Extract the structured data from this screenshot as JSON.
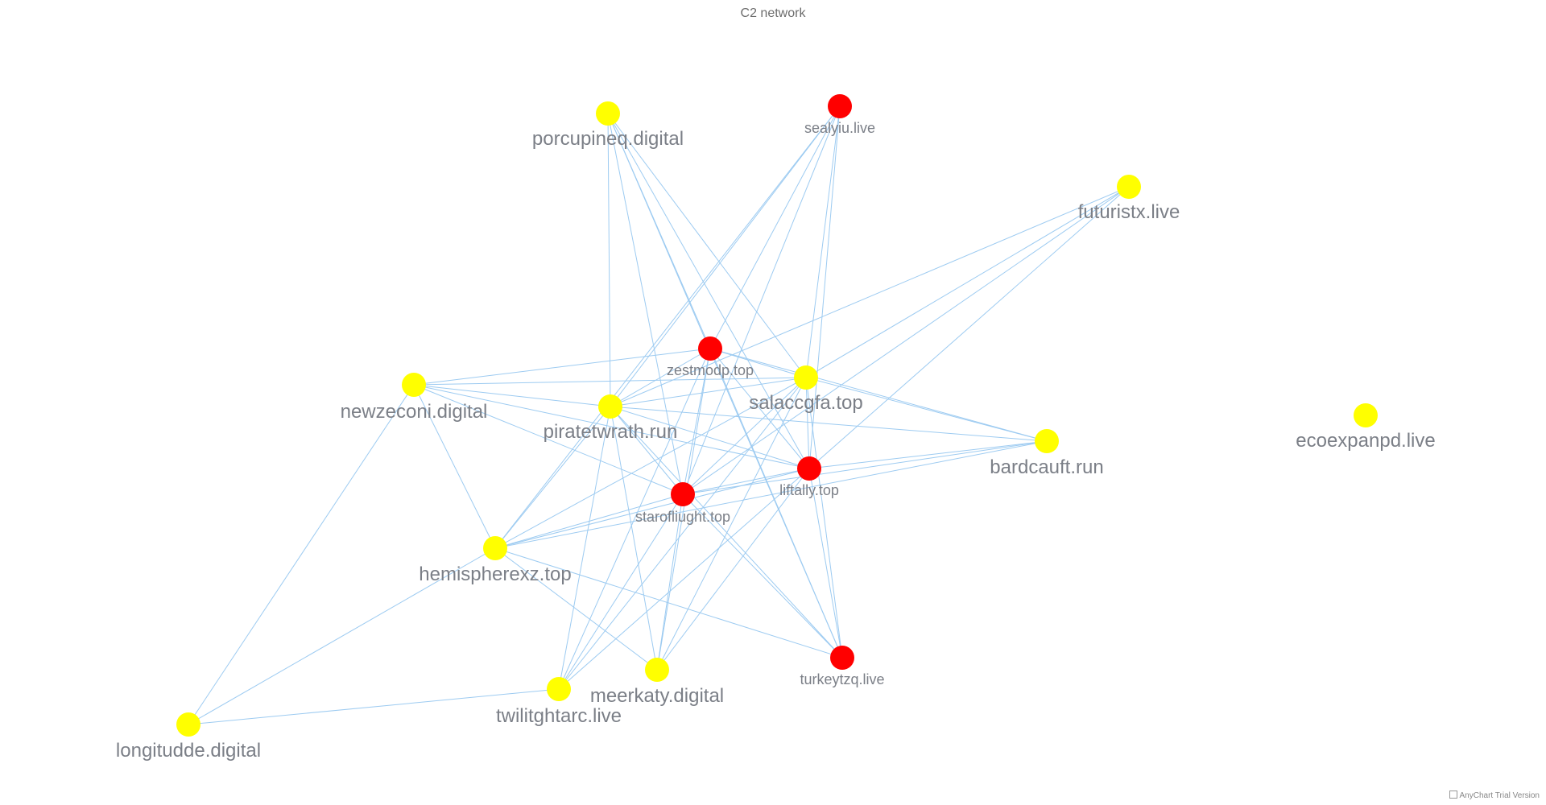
{
  "title": "C2 network",
  "credit": "AnyChart Trial Version",
  "colors": {
    "edge": "#9dcbf1",
    "node_yellow": "#ffff00",
    "node_red": "#ff0000",
    "label": "#7b7f87"
  },
  "nodes": [
    {
      "id": "porcupineq.digital",
      "color": "yellow"
    },
    {
      "id": "sealyiu.live",
      "color": "red"
    },
    {
      "id": "futuristx.live",
      "color": "yellow"
    },
    {
      "id": "zestmodp.top",
      "color": "red"
    },
    {
      "id": "salaccgfa.top",
      "color": "yellow"
    },
    {
      "id": "newzeconi.digital",
      "color": "yellow"
    },
    {
      "id": "piratetwrath.run",
      "color": "yellow"
    },
    {
      "id": "bardcauft.run",
      "color": "yellow"
    },
    {
      "id": "ecoexpanpd.live",
      "color": "yellow"
    },
    {
      "id": "liftally.top",
      "color": "red"
    },
    {
      "id": "starofliught.top",
      "color": "red"
    },
    {
      "id": "hemispherexz.top",
      "color": "yellow"
    },
    {
      "id": "turkeytzq.live",
      "color": "red"
    },
    {
      "id": "meerkaty.digital",
      "color": "yellow"
    },
    {
      "id": "twilitghtarc.live",
      "color": "yellow"
    },
    {
      "id": "longitudde.digital",
      "color": "yellow"
    }
  ],
  "edges": [
    [
      "porcupineq.digital",
      "piratetwrath.run"
    ],
    [
      "porcupineq.digital",
      "salaccgfa.top"
    ],
    [
      "porcupineq.digital",
      "liftally.top"
    ],
    [
      "porcupineq.digital",
      "starofliught.top"
    ],
    [
      "porcupineq.digital",
      "turkeytzq.live"
    ],
    [
      "porcupineq.digital",
      "zestmodp.top"
    ],
    [
      "sealyiu.live",
      "piratetwrath.run"
    ],
    [
      "sealyiu.live",
      "salaccgfa.top"
    ],
    [
      "sealyiu.live",
      "liftally.top"
    ],
    [
      "sealyiu.live",
      "starofliught.top"
    ],
    [
      "sealyiu.live",
      "zestmodp.top"
    ],
    [
      "sealyiu.live",
      "hemispherexz.top"
    ],
    [
      "futuristx.live",
      "salaccgfa.top"
    ],
    [
      "futuristx.live",
      "starofliught.top"
    ],
    [
      "futuristx.live",
      "piratetwrath.run"
    ],
    [
      "futuristx.live",
      "liftally.top"
    ],
    [
      "zestmodp.top",
      "newzeconi.digital"
    ],
    [
      "zestmodp.top",
      "salaccgfa.top"
    ],
    [
      "zestmodp.top",
      "piratetwrath.run"
    ],
    [
      "zestmodp.top",
      "bardcauft.run"
    ],
    [
      "zestmodp.top",
      "liftally.top"
    ],
    [
      "zestmodp.top",
      "starofliught.top"
    ],
    [
      "zestmodp.top",
      "twilitghtarc.live"
    ],
    [
      "zestmodp.top",
      "meerkaty.digital"
    ],
    [
      "zestmodp.top",
      "turkeytzq.live"
    ],
    [
      "salaccgfa.top",
      "newzeconi.digital"
    ],
    [
      "salaccgfa.top",
      "piratetwrath.run"
    ],
    [
      "salaccgfa.top",
      "bardcauft.run"
    ],
    [
      "salaccgfa.top",
      "liftally.top"
    ],
    [
      "salaccgfa.top",
      "starofliught.top"
    ],
    [
      "salaccgfa.top",
      "hemispherexz.top"
    ],
    [
      "salaccgfa.top",
      "twilitghtarc.live"
    ],
    [
      "salaccgfa.top",
      "meerkaty.digital"
    ],
    [
      "salaccgfa.top",
      "turkeytzq.live"
    ],
    [
      "newzeconi.digital",
      "piratetwrath.run"
    ],
    [
      "newzeconi.digital",
      "liftally.top"
    ],
    [
      "newzeconi.digital",
      "starofliught.top"
    ],
    [
      "newzeconi.digital",
      "hemispherexz.top"
    ],
    [
      "newzeconi.digital",
      "longitudde.digital"
    ],
    [
      "piratetwrath.run",
      "bardcauft.run"
    ],
    [
      "piratetwrath.run",
      "liftally.top"
    ],
    [
      "piratetwrath.run",
      "starofliught.top"
    ],
    [
      "piratetwrath.run",
      "hemispherexz.top"
    ],
    [
      "piratetwrath.run",
      "twilitghtarc.live"
    ],
    [
      "piratetwrath.run",
      "meerkaty.digital"
    ],
    [
      "piratetwrath.run",
      "turkeytzq.live"
    ],
    [
      "bardcauft.run",
      "liftally.top"
    ],
    [
      "bardcauft.run",
      "starofliught.top"
    ],
    [
      "bardcauft.run",
      "hemispherexz.top"
    ],
    [
      "liftally.top",
      "starofliught.top"
    ],
    [
      "liftally.top",
      "hemispherexz.top"
    ],
    [
      "liftally.top",
      "twilitghtarc.live"
    ],
    [
      "liftally.top",
      "meerkaty.digital"
    ],
    [
      "liftally.top",
      "turkeytzq.live"
    ],
    [
      "starofliught.top",
      "hemispherexz.top"
    ],
    [
      "starofliught.top",
      "twilitghtarc.live"
    ],
    [
      "starofliught.top",
      "meerkaty.digital"
    ],
    [
      "starofliught.top",
      "turkeytzq.live"
    ],
    [
      "hemispherexz.top",
      "meerkaty.digital"
    ],
    [
      "hemispherexz.top",
      "turkeytzq.live"
    ],
    [
      "hemispherexz.top",
      "longitudde.digital"
    ],
    [
      "twilitghtarc.live",
      "longitudde.digital"
    ]
  ]
}
